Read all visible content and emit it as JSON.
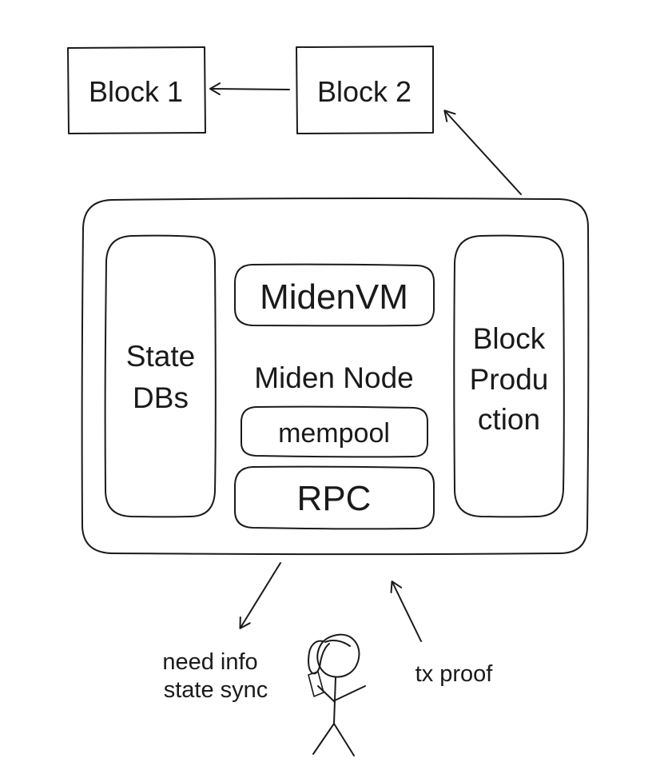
{
  "blocks": {
    "block1": "Block 1",
    "block2": "Block 2"
  },
  "node": {
    "title": "Miden Node",
    "state_dbs": [
      "State",
      "DBs"
    ],
    "block_production": [
      "Block",
      "Produ",
      "ction"
    ],
    "miden_vm": "MidenVM",
    "mempool": "mempool",
    "rpc": "RPC"
  },
  "user": {
    "request_label": [
      "need info",
      "state sync"
    ],
    "submit_label": "tx proof"
  }
}
